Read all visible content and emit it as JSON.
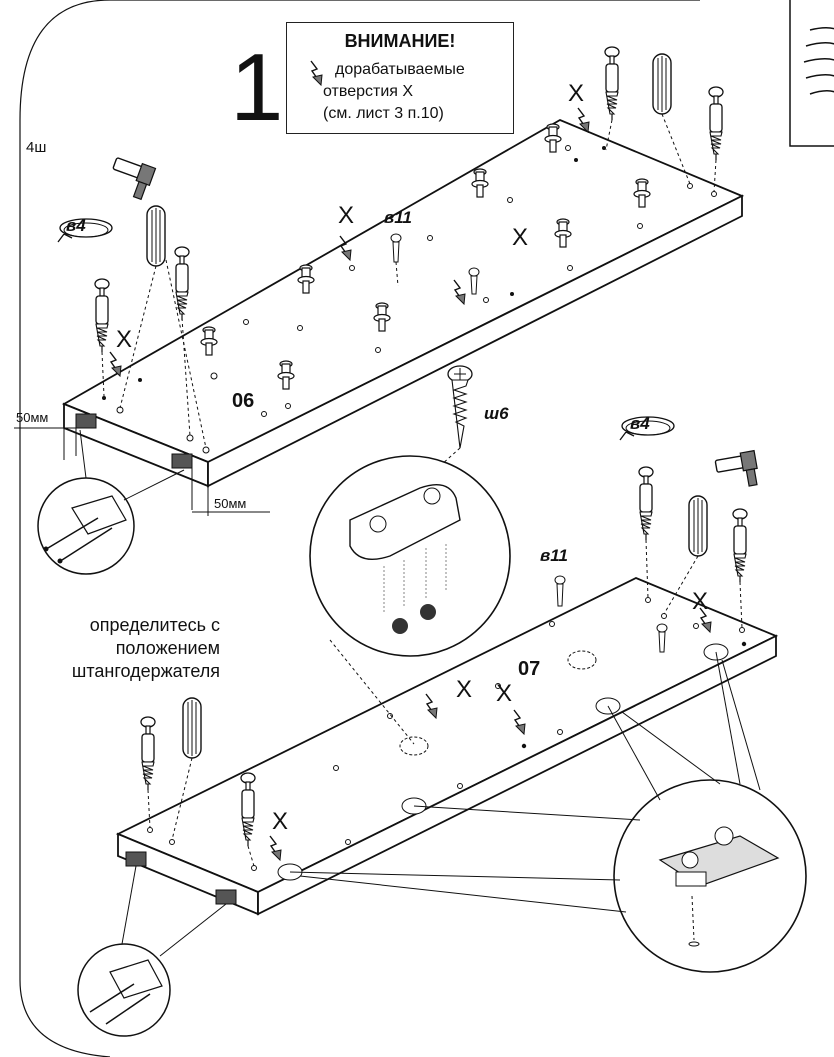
{
  "step": {
    "number": "1"
  },
  "warning": {
    "title": "ВНИМАНИЕ!",
    "line1": "дорабатываемые",
    "line2": "отверстия Х",
    "line3": "(см. лист 3 п.10)"
  },
  "labels": {
    "x_mark": "X",
    "panel_06": "06",
    "panel_07": "07",
    "v4": "в4",
    "v11": "в11",
    "sh6": "ш6",
    "mm50": "50мм"
  },
  "note": {
    "line1": "определитесь с",
    "line2": "положением",
    "line3": "штангодержателя"
  },
  "side_box": {
    "text": "4ш"
  },
  "icons": [
    "hammer-icon",
    "rotate-icon",
    "cam-bolt-icon",
    "dowel-icon",
    "screw-icon",
    "hinge-icon",
    "arrow-icon"
  ],
  "colors": {
    "line": "#111111",
    "dark_fill": "#555555",
    "paper": "#ffffff"
  }
}
